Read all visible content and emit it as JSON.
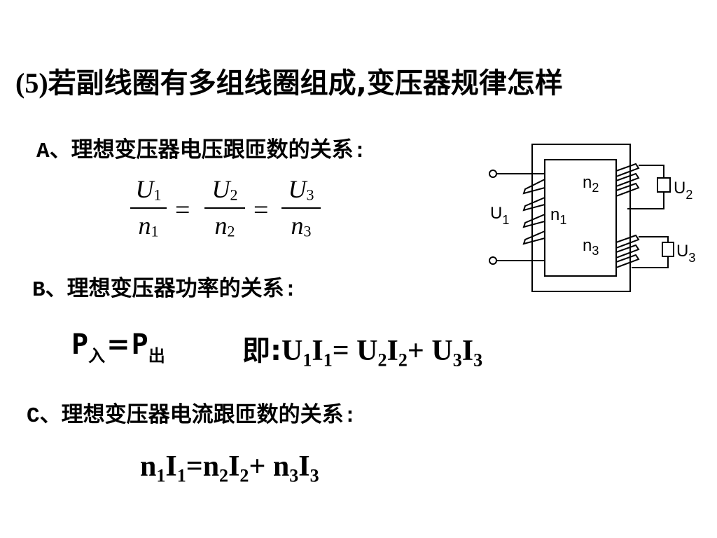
{
  "title": {
    "prefix": "(5)",
    "text": "若副线圈有多组线圈组成,变压器规律怎样"
  },
  "section_a": {
    "label": "A、理想变压器电压跟匝数的关系:",
    "formula": {
      "terms": [
        {
          "num_var": "U",
          "num_sub": "1",
          "den_var": "n",
          "den_sub": "1"
        },
        {
          "num_var": "U",
          "num_sub": "2",
          "den_var": "n",
          "den_sub": "2"
        },
        {
          "num_var": "U",
          "num_sub": "3",
          "den_var": "n",
          "den_sub": "3"
        }
      ],
      "operator": "="
    }
  },
  "section_b": {
    "label": "B、理想变压器功率的关系:",
    "power": {
      "p": "P",
      "in_sub": "入",
      "eq": "=",
      "out_sub": "出"
    },
    "ji_label": "即:",
    "equation": {
      "t1": "U",
      "t1s": "1",
      "t2": "I",
      "t2s": "1",
      "eq": "= ",
      "t3": "U",
      "t3s": "2",
      "t4": "I",
      "t4s": "2",
      "plus": "+ ",
      "t5": "U",
      "t5s": "3",
      "t6": "I",
      "t6s": "3"
    }
  },
  "section_c": {
    "label": "C、理想变压器电流跟匝数的关系:",
    "equation": {
      "t1": "n",
      "t1s": "1",
      "t2": "I",
      "t2s": "1",
      "eq": "=",
      "t3": "n",
      "t3s": "2",
      "t4": "I",
      "t4s": "2",
      "plus": "+ ",
      "t5": "n",
      "t5s": "3",
      "t6": "I",
      "t6s": "3"
    }
  },
  "diagram": {
    "primary_voltage": {
      "main": "U",
      "sub": "1"
    },
    "primary_turns": {
      "main": "n",
      "sub": "1"
    },
    "secondary_1_turns": {
      "main": "n",
      "sub": "2"
    },
    "secondary_1_voltage": {
      "main": "U",
      "sub": "2"
    },
    "secondary_2_turns": {
      "main": "n",
      "sub": "3"
    },
    "secondary_2_voltage": {
      "main": "U",
      "sub": "3"
    }
  }
}
